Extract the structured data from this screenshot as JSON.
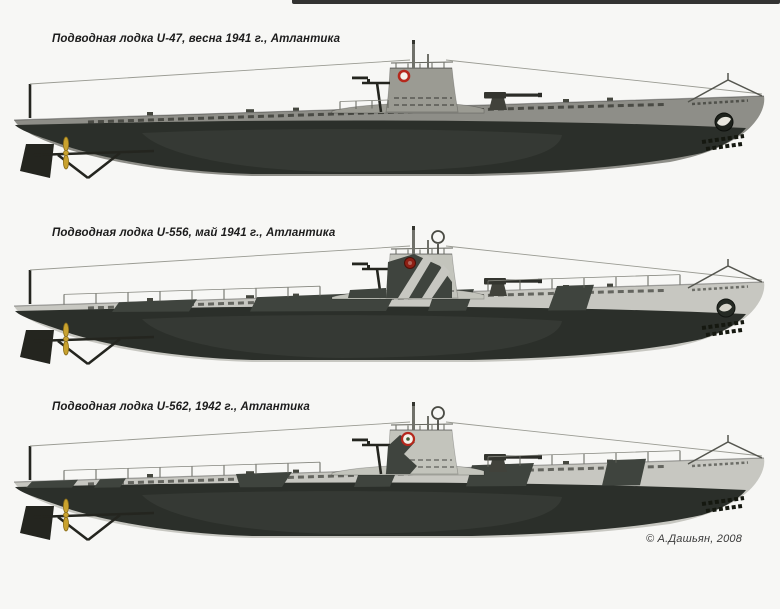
{
  "page": {
    "background": "#f7f7f5",
    "copyright": "© А.Дашьян, 2008"
  },
  "colors": {
    "paper": "#f7f7f5",
    "ink": "#1c1c1c",
    "hull-light": "#c7c7c1",
    "hull-mid": "#8e8e88",
    "hull-dark": "#2b2f2a",
    "camo-dark": "#3f443e",
    "tower-light": "#c3c4bc",
    "tower-mid": "#9b9b93",
    "brass": "#c9a22e",
    "emblem-red": "#b5281c"
  },
  "submarines": [
    {
      "name": "U-47",
      "caption": "Подводная лодка U-47, весна 1941 г., Атлантика",
      "paint_scheme": "solid grey, dark lower hull",
      "tower_emblem": "life-ring-emblem",
      "bow_emblem": "bull-roundel-emblem"
    },
    {
      "name": "U-556",
      "caption": "Подводная лодка U-556, май 1941 г., Атлантика",
      "paint_scheme": "dark patch camouflage, striped conning tower",
      "tower_emblem": "red-disc-emblem",
      "bow_emblem": "dark-roundel-emblem"
    },
    {
      "name": "U-562",
      "caption": "Подводная лодка U-562, 1942 г., Атлантика",
      "paint_scheme": "light grey with dark patches",
      "tower_emblem": "wreath-ring-emblem",
      "bow_emblem": ""
    }
  ]
}
